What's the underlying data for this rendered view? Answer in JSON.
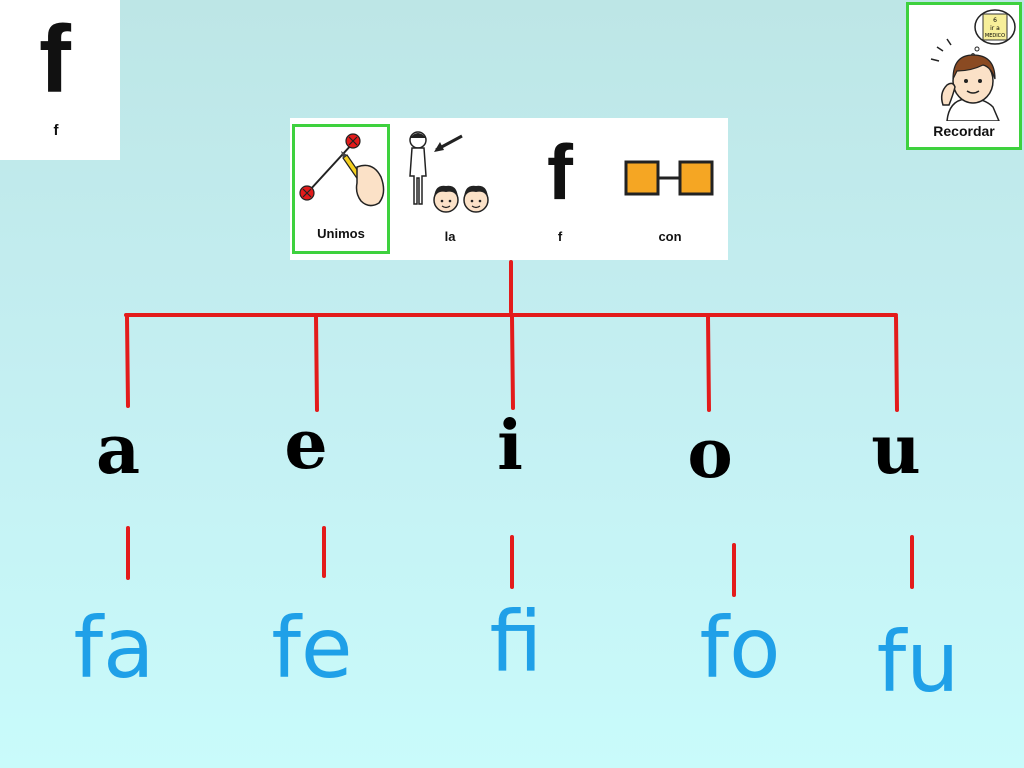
{
  "letter_card": {
    "big": "f",
    "small": "f"
  },
  "reminder": {
    "label": "Recordar",
    "note_lines": [
      "6",
      "ir a",
      "MEDICO"
    ]
  },
  "pictogram_strip": {
    "items": [
      {
        "caption": "Unimos"
      },
      {
        "caption": "la"
      },
      {
        "caption": "f",
        "glyph": "f"
      },
      {
        "caption": "con"
      }
    ]
  },
  "vowels": [
    "a",
    "e",
    "i",
    "o",
    "u"
  ],
  "syllables": [
    "fa",
    "fe",
    "fi",
    "fo",
    "fu"
  ],
  "colors": {
    "line": "#e31b1b",
    "syllable": "#1fa0e8",
    "frame": "#3ed13e",
    "square": "#f5a623"
  }
}
